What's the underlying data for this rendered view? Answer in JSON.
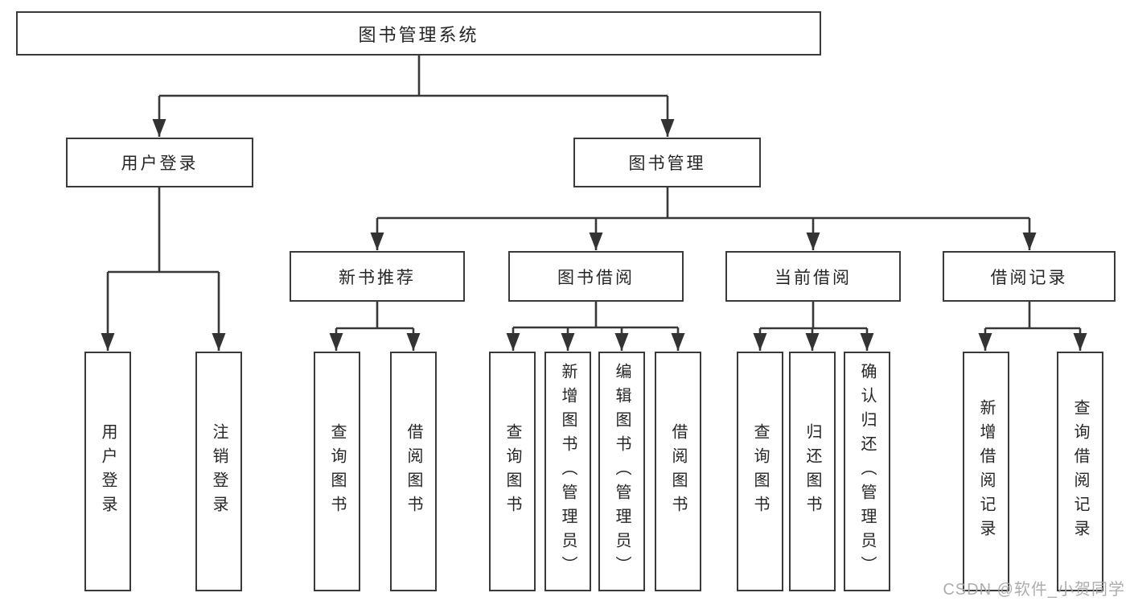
{
  "diagram": {
    "title": "图书管理系统",
    "type": "hierarchy-tree",
    "colors": {
      "line": "#383838",
      "box_border": "#3a3a3a",
      "text": "#262626",
      "background": "#ffffff",
      "watermark": "#a5a5a5"
    },
    "nodes": {
      "root": {
        "label": "图书管理系统"
      },
      "user_login": {
        "label": "用户登录"
      },
      "book_mgmt": {
        "label": "图书管理"
      },
      "new_book_rec": {
        "label": "新书推荐"
      },
      "book_borrow": {
        "label": "图书借阅"
      },
      "current_borrow": {
        "label": "当前借阅"
      },
      "borrow_record": {
        "label": "借阅记录"
      },
      "leaf_user_login": {
        "label": "用户登录"
      },
      "leaf_logout": {
        "label": "注销登录"
      },
      "leaf_nb_query": {
        "label": "查询图书"
      },
      "leaf_nb_borrow": {
        "label": "借阅图书"
      },
      "leaf_bb_query": {
        "label": "查询图书"
      },
      "leaf_bb_add": {
        "label": "新增图书（管理员）"
      },
      "leaf_bb_edit": {
        "label": "编辑图书（管理员）"
      },
      "leaf_bb_borrow": {
        "label": "借阅图书"
      },
      "leaf_cb_query": {
        "label": "查询图书"
      },
      "leaf_cb_return": {
        "label": "归还图书"
      },
      "leaf_cb_confirm": {
        "label": "确认归还（管理员）"
      },
      "leaf_br_add": {
        "label": "新增借阅记录"
      },
      "leaf_br_query": {
        "label": "查询借阅记录"
      }
    },
    "hierarchy": {
      "图书管理系统": [
        "用户登录",
        "图书管理"
      ],
      "用户登录": [
        "用户登录",
        "注销登录"
      ],
      "图书管理": [
        "新书推荐",
        "图书借阅",
        "当前借阅",
        "借阅记录"
      ],
      "新书推荐": [
        "查询图书",
        "借阅图书"
      ],
      "图书借阅": [
        "查询图书",
        "新增图书（管理员）",
        "编辑图书（管理员）",
        "借阅图书"
      ],
      "当前借阅": [
        "查询图书",
        "归还图书",
        "确认归还（管理员）"
      ],
      "借阅记录": [
        "新增借阅记录",
        "查询借阅记录"
      ]
    }
  },
  "watermark": {
    "text": "CSDN @软件_小贺同学"
  }
}
